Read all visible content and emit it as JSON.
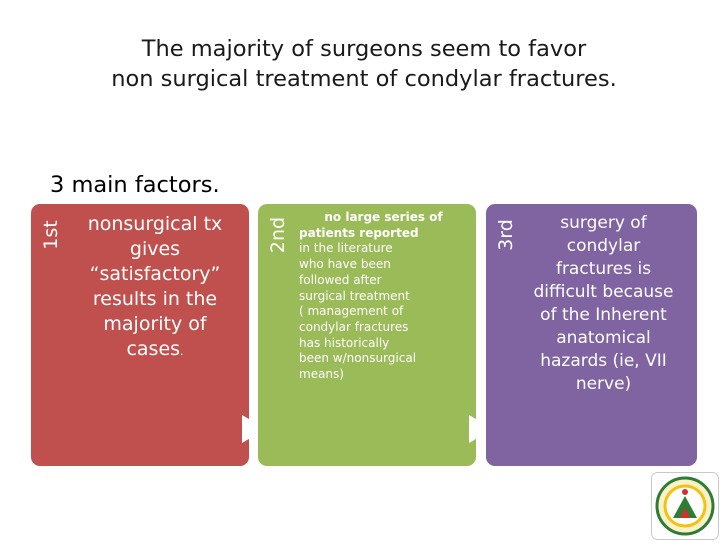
{
  "slide": {
    "title_line1": "The majority of surgeons seem to favor",
    "title_line2": "non surgical treatment of condylar fractures.",
    "subhead": "3 main factors."
  },
  "factors": [
    {
      "ordinal": "1st",
      "color": "#c0504d",
      "lines": [
        "nonsurgical tx",
        "gives",
        "“satisfactory”",
        "results in the",
        "majority of"
      ],
      "last_line": "cases",
      "last_punct": "."
    },
    {
      "ordinal": "2nd",
      "color": "#9bbb59",
      "bold_line1": "no large series of",
      "bold_line2": "patients reported",
      "lines": [
        "in the literature",
        "who have been",
        "followed after",
        "surgical treatment",
        "( management of",
        "condylar fractures",
        "has historically",
        "been w/nonsurgical",
        "means)"
      ]
    },
    {
      "ordinal": "3rd",
      "color": "#8064a2",
      "lines": [
        "surgery of",
        "condylar",
        "fractures is",
        "difficult because",
        "of the Inherent",
        "anatomical",
        "hazards (ie, VII",
        "nerve)"
      ]
    }
  ],
  "logo": {
    "icon": "institution-seal-icon",
    "colors": [
      "#2e7d32",
      "#f4c20d",
      "#d32f2f"
    ]
  }
}
